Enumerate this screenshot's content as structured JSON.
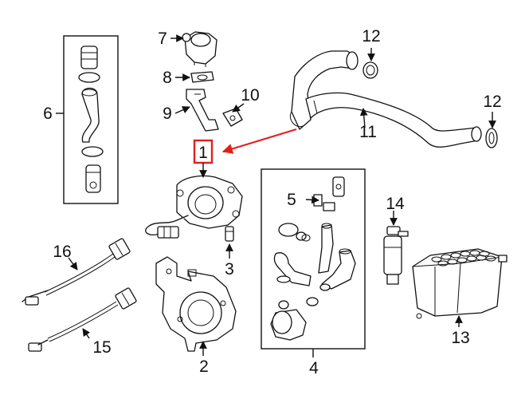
{
  "callouts": {
    "c1": "1",
    "c2": "2",
    "c3": "3",
    "c4": "4",
    "c5": "5",
    "c6": "6",
    "c7": "7",
    "c8": "8",
    "c9": "9",
    "c10": "10",
    "c11": "11",
    "c12a": "12",
    "c12b": "12",
    "c13": "13",
    "c14": "14",
    "c15": "15",
    "c16": "16"
  },
  "colors": {
    "highlight": "#e0211b",
    "ink": "#111111"
  }
}
